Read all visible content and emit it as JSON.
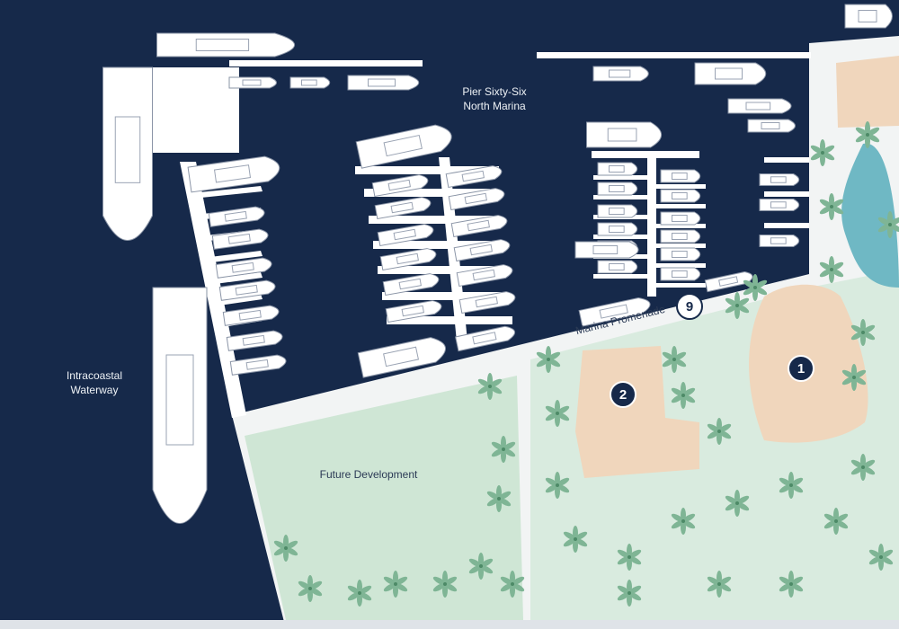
{
  "labels": {
    "north_marina": "Pier Sixty-Six\nNorth Marina",
    "waterway": "Intracoastal\nWaterway",
    "future_development": "Future Development",
    "promenade": "Marina Promenade"
  },
  "markers": [
    {
      "number": "1"
    },
    {
      "number": "2"
    },
    {
      "number": "9"
    }
  ],
  "colors": {
    "water": "#16294a",
    "land": "#f2f4f4",
    "green": "#cfe6d5",
    "building": "#f0d6bc",
    "pool": "#6fb8c4",
    "dock": "#ffffff"
  }
}
